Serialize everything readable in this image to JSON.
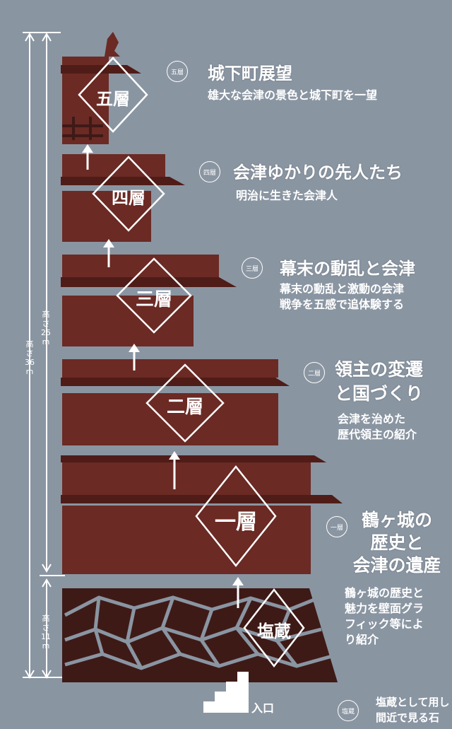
{
  "floors": [
    {
      "badge": "五層",
      "diamond": "五層",
      "title": "城下町展望",
      "desc": [
        "雄大な会津の景色と城下町を一望"
      ]
    },
    {
      "badge": "四層",
      "diamond": "四層",
      "title": "会津ゆかりの先人たち",
      "desc": [
        "明治に生きた会津人"
      ]
    },
    {
      "badge": "三層",
      "diamond": "三層",
      "title": "幕末の動乱と会津",
      "desc": [
        "幕末の動乱と激動の会津",
        "戦争を五感で追体験する"
      ]
    },
    {
      "badge": "二層",
      "diamond": "二層",
      "title_lines": [
        "領主の変遷",
        "と国づくり"
      ],
      "desc": [
        "会津を治めた",
        "歴代領主の紹介"
      ]
    },
    {
      "badge": "一層",
      "diamond": "一層",
      "title_lines": [
        "鶴ヶ城の",
        "歴史と",
        "会津の遺産"
      ],
      "desc": [
        "鶴ヶ城の歴史と",
        "魅力を壁面グラ",
        "フィック等によ",
        "り紹介"
      ]
    }
  ],
  "base": {
    "badge": "塩蔵",
    "diamond": "塩蔵",
    "desc": [
      "塩蔵として用し",
      "間近で見る石"
    ]
  },
  "entrance": "入口",
  "heights": {
    "total": "高さ36m",
    "castle": "高さ25m",
    "base": "高さ11m"
  },
  "colors": {
    "background": "#8a95a2",
    "castle": "#6b2a24",
    "castle_dark": "#4f1c18",
    "stone": "#3e1a17"
  }
}
